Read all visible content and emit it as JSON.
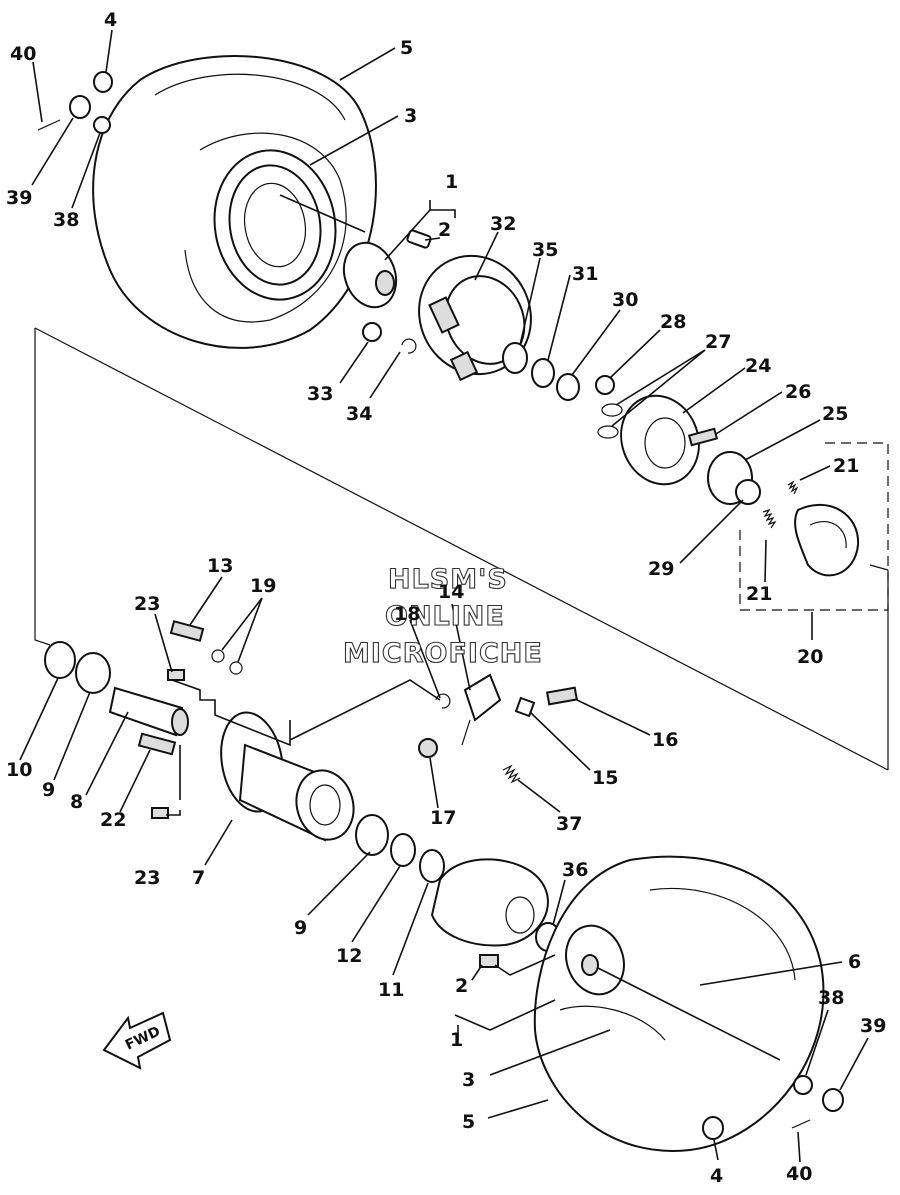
{
  "watermark": {
    "line1": "HLSM'S",
    "line2": "ONLINE",
    "line3": "MICROFICHE"
  },
  "direction_marker": "FWD",
  "callouts": {
    "c4_top": "4",
    "c40_top": "40",
    "c5_top": "5",
    "c3_top": "3",
    "c39_top": "39",
    "c38_top": "38",
    "c1_top": "1",
    "c2_top": "2",
    "c32": "32",
    "c35": "35",
    "c31": "31",
    "c30": "30",
    "c28": "28",
    "c27": "27",
    "c24": "24",
    "c26": "26",
    "c25": "25",
    "c21_top": "21",
    "c33": "33",
    "c34": "34",
    "c29": "29",
    "c21_bottom": "21",
    "c20": "20",
    "c13": "13",
    "c19": "19",
    "c14": "14",
    "c23_top": "23",
    "c18": "18",
    "c10": "10",
    "c9_left": "9",
    "c8": "8",
    "c16": "16",
    "c15": "15",
    "c22": "22",
    "c17": "17",
    "c37": "37",
    "c23_bottom": "23",
    "c7": "7",
    "c9_mid": "9",
    "c36": "36",
    "c6": "6",
    "c12": "12",
    "c11": "11",
    "c2_bottom": "2",
    "c38_bottom": "38",
    "c39_bottom": "39",
    "c1_bottom": "1",
    "c3_bottom": "3",
    "c5_bottom": "5",
    "c4_bottom": "4",
    "c40_bottom": "40"
  }
}
